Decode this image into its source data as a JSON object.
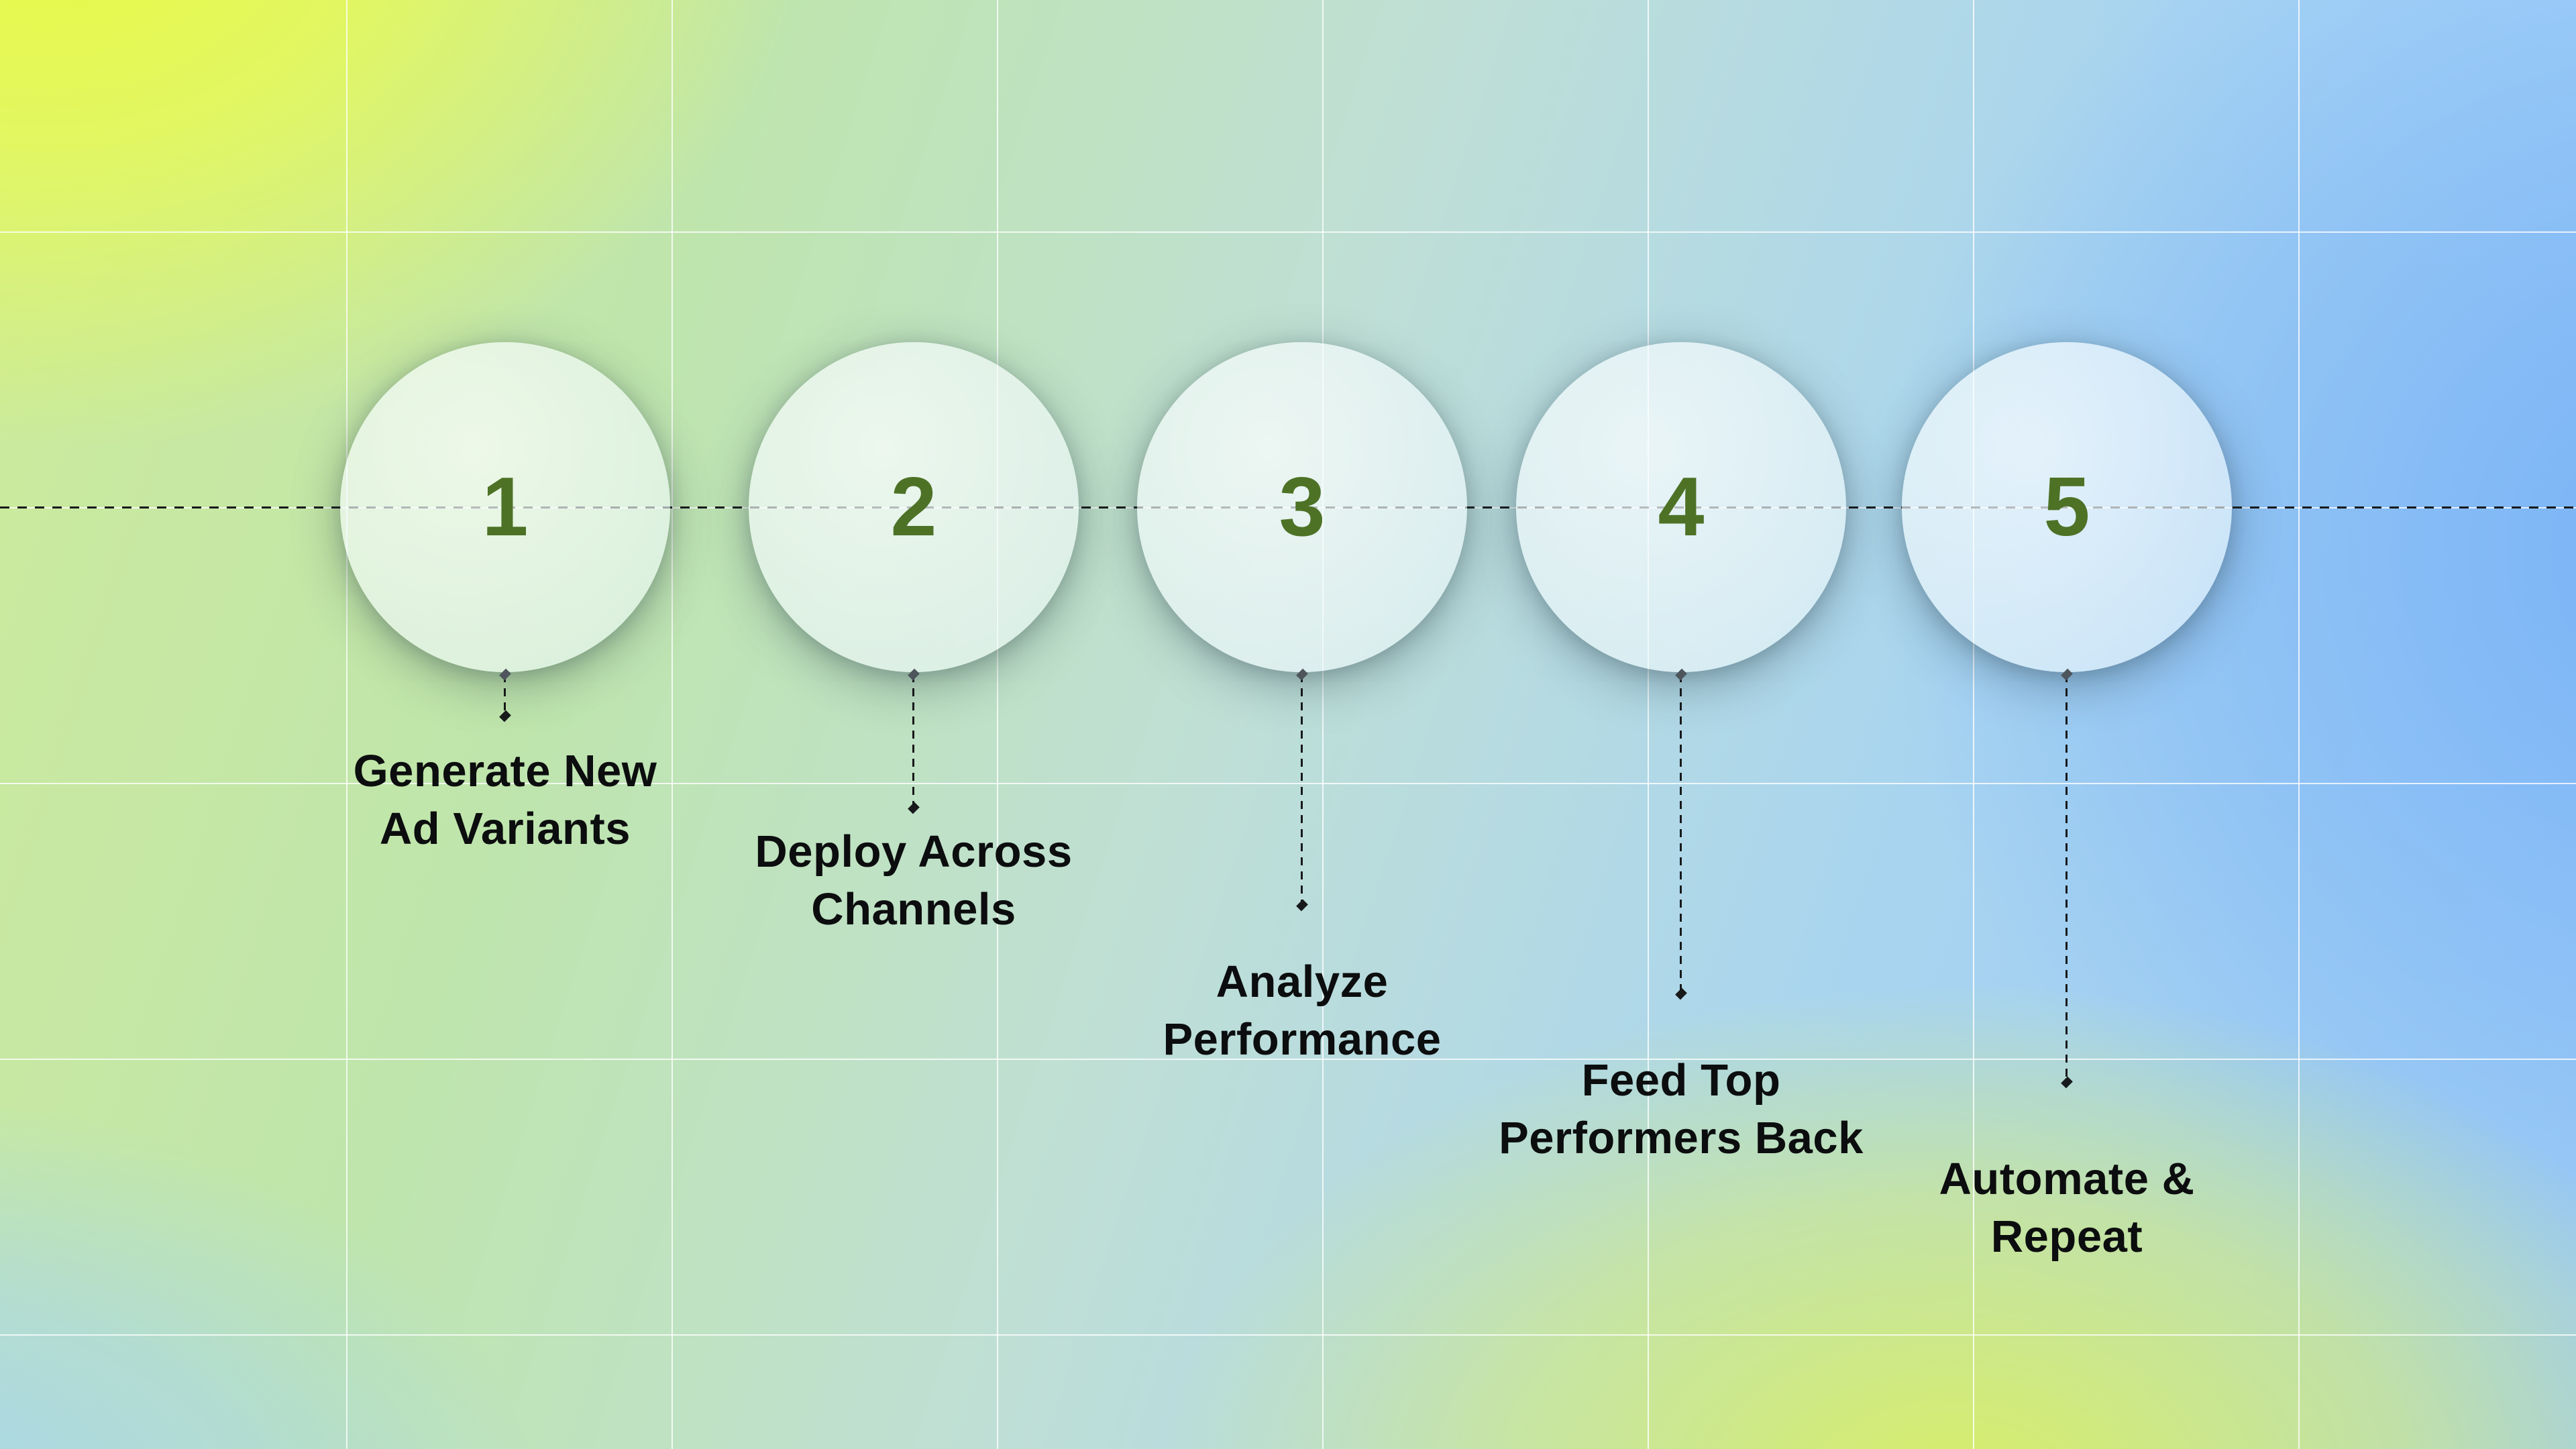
{
  "steps": [
    {
      "number": "1",
      "label": "Generate New\nAd Variants"
    },
    {
      "number": "2",
      "label": "Deploy Across\nChannels"
    },
    {
      "number": "3",
      "label": "Analyze\nPerformance"
    },
    {
      "number": "4",
      "label": "Feed Top\nPerformers Back"
    },
    {
      "number": "5",
      "label": "Automate &\nRepeat"
    }
  ],
  "colors": {
    "step_number": "#4d7226",
    "label_text": "#0c0d0e",
    "connector_line": "#17191b",
    "grid_line": "#ffffff",
    "background_yellow": "#e9fa44",
    "background_blue": "#9ccaf5",
    "circle_fill": "#e3f0f2"
  }
}
